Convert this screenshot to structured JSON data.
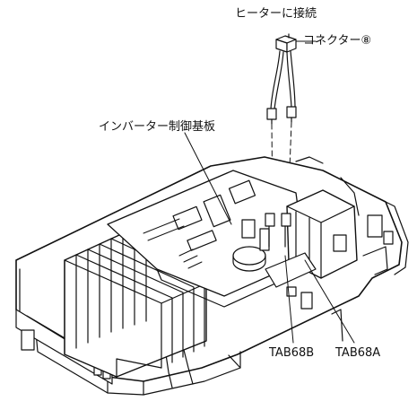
{
  "labels": {
    "heater": "ヒーターに接続",
    "connector": "コネクター⑧",
    "board": "インバーター制御基板",
    "tab_b": "TAB68B",
    "tab_a": "TAB68A"
  }
}
